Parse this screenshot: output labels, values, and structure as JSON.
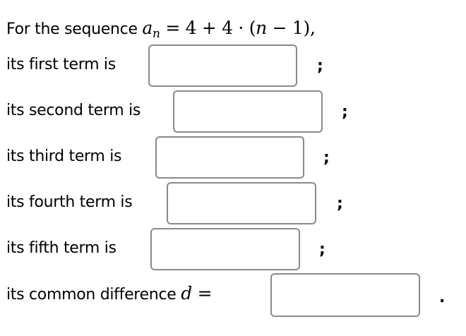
{
  "intro": {
    "prefix": "For the sequence",
    "formula": {
      "lhs_var": "a",
      "lhs_sub": "n",
      "rhs": "= 4 + 4 · (",
      "rhs_var": "n",
      "rhs_tail": " − 1),"
    }
  },
  "rows": [
    {
      "label": "its first term is",
      "value": "",
      "placeholder": "",
      "terminator": ";"
    },
    {
      "label": "its second term is",
      "value": "",
      "placeholder": "",
      "terminator": ";"
    },
    {
      "label": "its third term is",
      "value": "",
      "placeholder": "",
      "terminator": ";"
    },
    {
      "label": "its fourth term is",
      "value": "",
      "placeholder": "",
      "terminator": ";"
    },
    {
      "label": "its fifth term is",
      "value": "",
      "placeholder": "",
      "terminator": ";"
    }
  ],
  "difference": {
    "label": "its common difference",
    "var": "d",
    "equals": "=",
    "value": "",
    "placeholder": "",
    "terminator": "."
  },
  "colors": {
    "box_border": "#8a8a8a",
    "text": "#000000",
    "background": "#ffffff"
  }
}
